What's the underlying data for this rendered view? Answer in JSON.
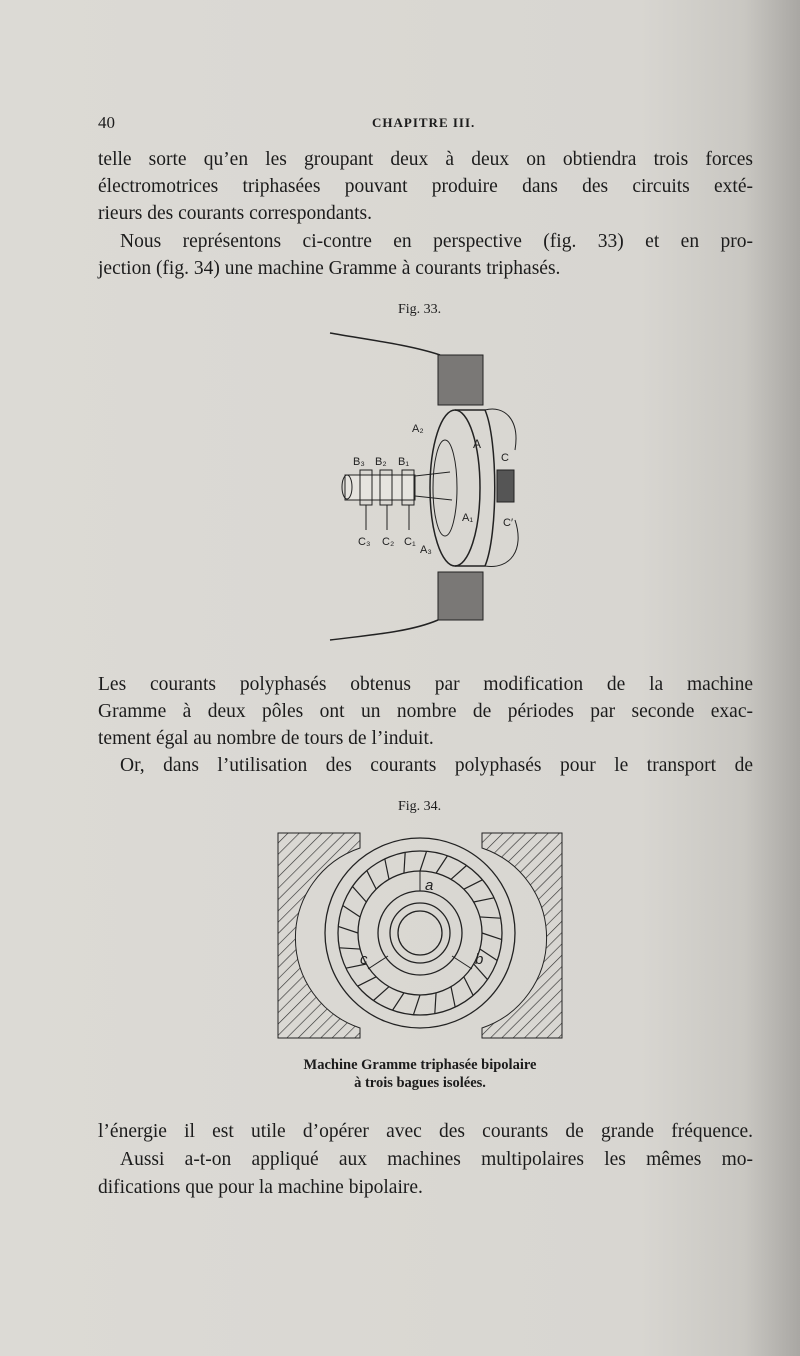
{
  "header": {
    "page_number": "40",
    "running_head": "CHAPITRE III."
  },
  "paragraph1": [
    "telle sorte qu’en les groupant deux à deux on obtiendra trois forces",
    "électromotrices triphasées pouvant produire dans des circuits exté-",
    "rieurs des courants correspondants."
  ],
  "paragraph2": [
    "Nous représentons ci-contre en perspective (fig. 33) et en pro-",
    "jection (fig. 34) une machine Gramme à courants triphasés."
  ],
  "figure33": {
    "label": "Fig. 33.",
    "parts": {
      "B3": "B₃",
      "B2": "B₂",
      "B1": "B₁",
      "A2": "A₂",
      "A": "A",
      "C": "C",
      "Cp": "C′",
      "A1": "A₁",
      "C3": "C₃",
      "C2": "C₂",
      "C1": "C₁",
      "A3": "A₃"
    }
  },
  "paragraph3": [
    "Les courants polyphasés obtenus par modification de la machine",
    "Gramme à deux pôles ont un nombre de périodes par seconde exac-",
    "tement égal au nombre de tours de l’induit."
  ],
  "paragraph4": [
    "Or, dans l’utilisation des courants polyphasés pour le transport de"
  ],
  "figure34": {
    "label": "Fig. 34.",
    "parts": {
      "a": "a",
      "b": "b",
      "c": "c"
    },
    "caption": [
      "Machine Gramme triphasée bipolaire",
      "à trois bagues isolées."
    ]
  },
  "paragraph5": [
    "l’énergie il est utile d’opérer avec des courants de grande fréquence.",
    "Aussi a-t-on appliqué aux machines multipolaires les mêmes mo-",
    "difications que pour la machine bipolaire."
  ]
}
